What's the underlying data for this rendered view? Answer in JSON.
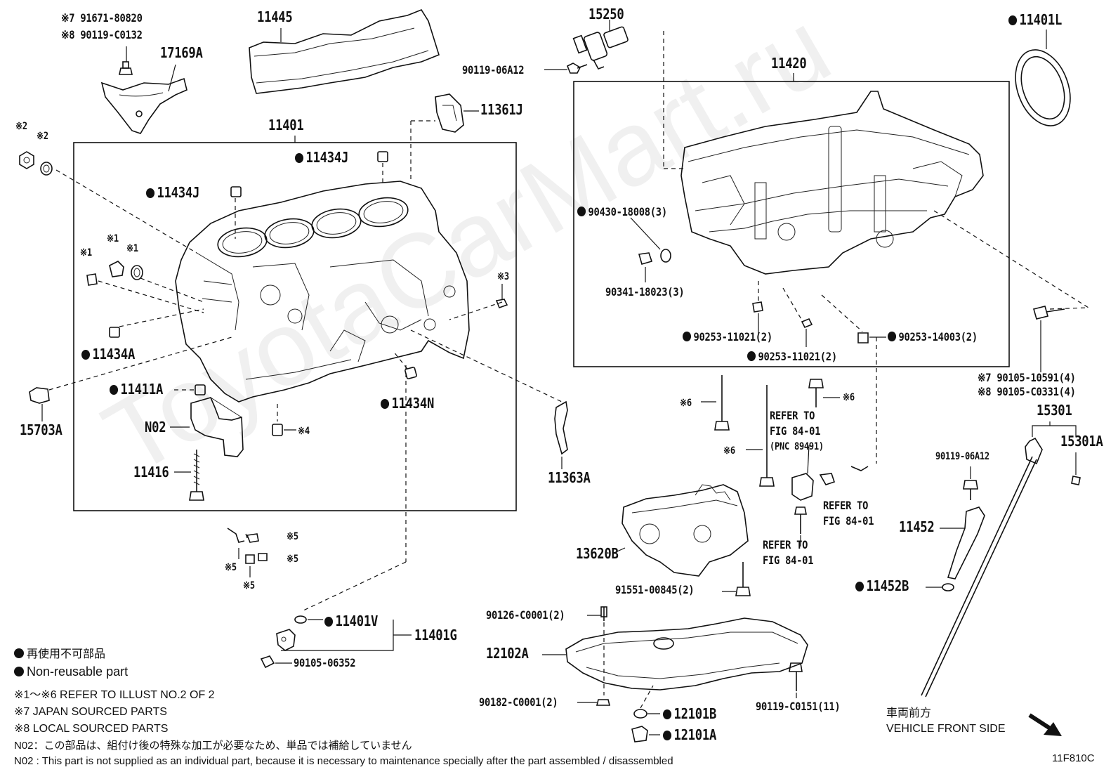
{
  "watermark": "ToyotaCarMart.ru",
  "figure_code": "11F810C",
  "labels": {
    "p91671": "※7 91671-80820",
    "p90119c0132": "※8 90119-C0132",
    "p17169a": "17169A",
    "p11445": "11445",
    "p15250": "15250",
    "p90119_06a12_top": "90119-06A12",
    "p11401l": "11401L",
    "p11420": "11420",
    "p11361j": "11361J",
    "p11401": "11401",
    "p11434j_1": "11434J",
    "p11434j_2": "11434J",
    "mark2a": "※2",
    "mark2b": "※2",
    "mark1a": "※1",
    "mark1b": "※1",
    "mark1c": "※1",
    "mark3": "※3",
    "p11434a": "11434A",
    "p11411a": "11411A",
    "p15703a": "15703A",
    "p11434n": "11434N",
    "pn02": "N02",
    "mark4": "※4",
    "p11416": "11416",
    "p11363a": "11363A",
    "p90430": "90430-18008(3)",
    "p90341": "90341-18023(3)",
    "p90253_1": "90253-11021(2)",
    "p90253_2": "90253-11021(2)",
    "p90253_3": "90253-14003(2)",
    "p90105_10591": "※7 90105-10591(4)",
    "p90105_c0331": "※8 90105-C0331(4)",
    "mark6a": "※6",
    "mark6b": "※6",
    "mark6c": "※6",
    "refer1_a": "REFER TO",
    "refer1_b": "FIG 84-01",
    "refer1_c": "(PNC 89491)",
    "refer2_a": "REFER TO",
    "refer2_b": "FIG 84-01",
    "refer3_a": "REFER TO",
    "refer3_b": "FIG 84-01",
    "p15301": "15301",
    "p15301a": "15301A",
    "p90119_06a12_right": "90119-06A12",
    "p11452": "11452",
    "p11452b": "11452B",
    "p13620b": "13620B",
    "p91551": "91551-00845(2)",
    "mark5a": "※5",
    "mark5b": "※5",
    "mark5c": "※5",
    "mark5d": "※5",
    "p11401v": "11401V",
    "p11401g": "11401G",
    "p90105_06352": "90105-06352",
    "p90126": "90126-C0001(2)",
    "p12102a": "12102A",
    "p90182": "90182-C0001(2)",
    "p90119_c0151": "90119-C0151(11)",
    "p12101b": "12101B",
    "p12101a": "12101A",
    "front_jp": "車両前方",
    "front_en": "VEHICLE FRONT SIDE"
  },
  "legend": {
    "nonreusable_jp": "再使用不可部品",
    "nonreusable_en": "Non-reusable part",
    "note_refer": "※1～※6  REFER TO ILLUST NO.2 OF 2",
    "note_japan": "※7 JAPAN SOURCED PARTS",
    "note_local": "※8 LOCAL SOURCED PARTS",
    "n02_jp": "N02：この部品は、組付け後の特殊な加工が必要なため、単品では補給していません",
    "n02_en": "N02 : This part is not supplied as an individual part, because it is necessary to maintenance specially after the part assembled / disassembled"
  }
}
